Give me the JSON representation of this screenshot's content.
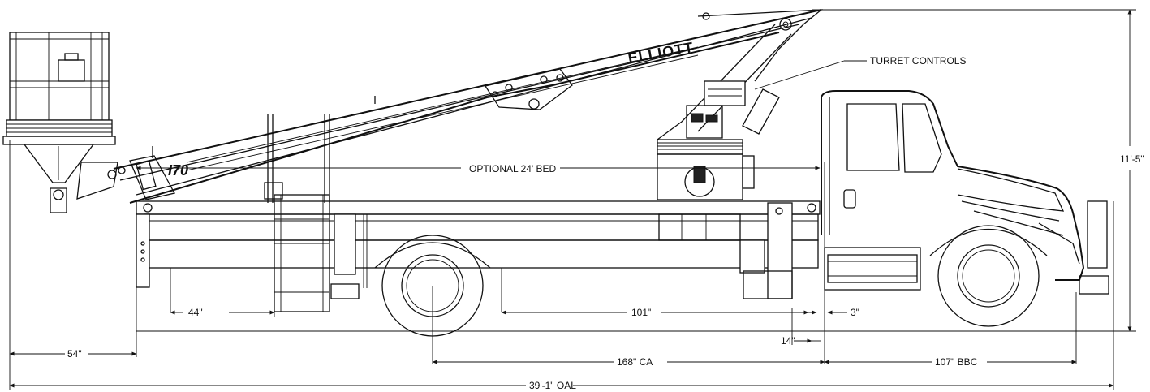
{
  "labels": {
    "brand": "ELLIOTT",
    "model": "I70",
    "turret_controls": "TURRET CONTROLS",
    "optional_bed": "OPTIONAL 24' BED",
    "height": "11'-5\"",
    "dim_54": "54\"",
    "dim_44": "44\"",
    "dim_101": "101\"",
    "dim_3": "3\"",
    "dim_14": "14\"",
    "dim_168": "168\" CA",
    "dim_107": "107\" BBC",
    "dim_oal": "39'-1\" OAL"
  },
  "colors": {
    "line": "#111111",
    "background": "#ffffff"
  }
}
